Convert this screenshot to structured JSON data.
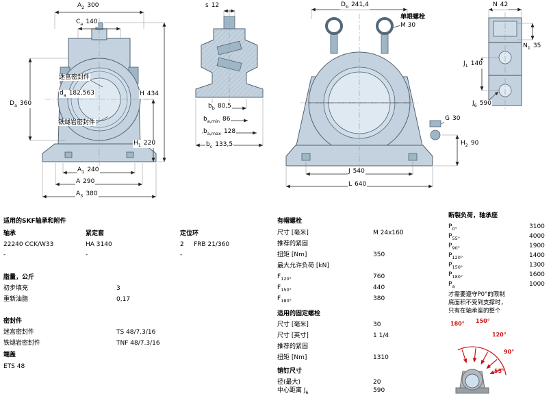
{
  "drawings": {
    "front_view": {
      "labels": {
        "labyrinth_seal": "迷宫密封件",
        "taconite_seal": "铁燧岩密封件"
      },
      "dims": {
        "a2": {
          "base": "A",
          "sub": "2",
          "value": "300"
        },
        "ca": {
          "base": "C",
          "sub": "a",
          "value": "140"
        },
        "da": {
          "base": "d",
          "sub": "a",
          "value": "182,563"
        },
        "Da": {
          "base": "D",
          "sub": "a",
          "value": "360"
        },
        "H": {
          "base": "H",
          "sub": "",
          "value": "434"
        },
        "H1": {
          "base": "H",
          "sub": "1",
          "value": "220"
        },
        "A1": {
          "base": "A",
          "sub": "1",
          "value": "240"
        },
        "A": {
          "base": "A",
          "sub": "",
          "value": "290"
        },
        "A3": {
          "base": "A",
          "sub": "3",
          "value": "380"
        }
      }
    },
    "side_view": {
      "dims": {
        "s": {
          "base": "s",
          "sub": "",
          "value": "12"
        },
        "bb": {
          "base": "b",
          "sub": "b",
          "value": "80,5"
        },
        "ba_min": {
          "base": "b",
          "sub": "a,min",
          "value": "86"
        },
        "ba_max": {
          "base": "b",
          "sub": "a,max",
          "value": "128"
        },
        "bc": {
          "base": "b",
          "sub": "c",
          "value": "133,5"
        }
      }
    },
    "housing_view": {
      "eyebolt_label": "单眼螺栓",
      "eyebolt_size": "M 30",
      "dims": {
        "Db": {
          "base": "D",
          "sub": "b",
          "value": "241,4"
        },
        "G": {
          "base": "G",
          "sub": "",
          "value": "30"
        },
        "H2": {
          "base": "H",
          "sub": "2",
          "value": "90"
        },
        "J": {
          "base": "J",
          "sub": "",
          "value": "540"
        },
        "L": {
          "base": "L",
          "sub": "",
          "value": "640"
        }
      }
    },
    "base_view": {
      "dims": {
        "N": {
          "base": "N",
          "sub": "",
          "value": "42"
        },
        "N1": {
          "base": "N",
          "sub": "1",
          "value": "35"
        },
        "J1": {
          "base": "J",
          "sub": "1",
          "value": "140"
        },
        "J6": {
          "base": "J",
          "sub": "6",
          "value": "590"
        }
      }
    }
  },
  "tables": {
    "bearing": {
      "title": "适用的SKF轴承和附件",
      "col1_header": "轴承",
      "col1_value": "22240 CCK/W33",
      "col1_dash": "-",
      "col2_header": "紧定套",
      "col2_value": "HA 3140",
      "col2_dash": "-",
      "col3_header": "定位环",
      "col3_qty": "2",
      "col3_value": "FRB 21/360",
      "col3_dash": "-"
    },
    "grease": {
      "title": "脂量，公斤",
      "row1_label": "初步填充",
      "row1_value": "3",
      "row2_label": "重新油脂",
      "row2_value": "0,17"
    },
    "seals": {
      "title": "密封件",
      "row1_label": "迷宫密封件",
      "row1_value": "TS 48/7.3/16",
      "row2_label": "铁燧岩密封件",
      "row2_value": "TNF 48/7.3/16",
      "end_cover_title": "端盖",
      "end_cover_value": "ETS 48"
    },
    "cap_bolts": {
      "title": "有帽螺栓",
      "size_label": "尺寸 [毫米]",
      "size_value": "M 24x160",
      "tighten_label": "推荐的紧固",
      "torque_label": "扭矩 [Nm]",
      "torque_value": "350",
      "maxload_label": "最大允许负荷 [kN]",
      "f120": {
        "base": "F",
        "sub": "120°",
        "value": "760"
      },
      "f150": {
        "base": "F",
        "sub": "150°",
        "value": "440"
      },
      "f180": {
        "base": "F",
        "sub": "180°",
        "value": "380"
      }
    },
    "fixing_bolts": {
      "title": "适用的固定螺栓",
      "size_mm_label": "尺寸 [毫米]",
      "size_mm_value": "30",
      "size_in_label": "尺寸 [英寸]",
      "size_in_value": "1 1/4",
      "tighten_label": "推荐的紧固",
      "torque_label": "扭矩 [Nm]",
      "torque_value": "1310"
    },
    "pins": {
      "title": "销钉尺寸",
      "dia_label": "径(最大)",
      "dia_value": "20",
      "dist_label": "中心距离 J",
      "dist_sub": "6",
      "dist_value": "590"
    },
    "breaking_load": {
      "title": "断裂负荷，轴承座",
      "p0": {
        "base": "P",
        "sub": "0°",
        "value": "3100"
      },
      "p55": {
        "base": "P",
        "sub": "55°",
        "value": "4000"
      },
      "p90": {
        "base": "P",
        "sub": "90°",
        "value": "1900"
      },
      "p120": {
        "base": "P",
        "sub": "120°",
        "value": "1400"
      },
      "p150": {
        "base": "P",
        "sub": "150°",
        "value": "1300"
      },
      "p180": {
        "base": "P",
        "sub": "180°",
        "value": "1600"
      },
      "pa": {
        "base": "P",
        "sub": "a",
        "value": "1000"
      },
      "note_line1": "才需要遵守P0°的限制",
      "note_line2": "底面积不受到支撑时，",
      "note_line3": "只有在轴承座的整个",
      "angles": {
        "a180": "180°",
        "a150": "150°",
        "a120": "120°",
        "a90": "90°",
        "a55": "55°"
      }
    }
  },
  "colors": {
    "housing_fill": "#c3d2de",
    "bore_fill": "#dfe9f1",
    "dim_line": "#222222",
    "load_red": "#cc1111"
  }
}
